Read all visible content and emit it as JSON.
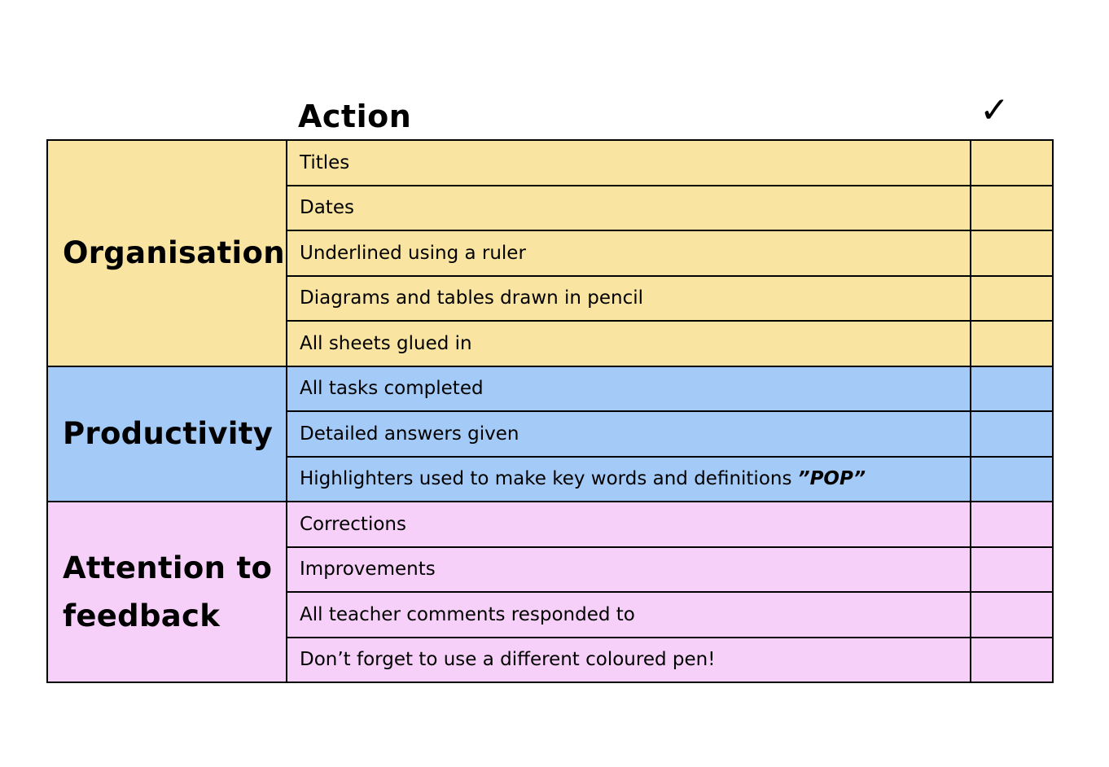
{
  "header": {
    "action_label": "Action",
    "check_symbol": "✓"
  },
  "colors": {
    "organisation": "#f9e4a1",
    "productivity": "#a4cbf8",
    "attention": "#f6d0f9"
  },
  "groups": [
    {
      "category": "Organisation",
      "color_key": "organisation",
      "items": [
        {
          "text": "Titles"
        },
        {
          "text": "Dates"
        },
        {
          "text": "Underlined using a ruler"
        },
        {
          "text": "Diagrams and tables drawn in pencil"
        },
        {
          "text": "All sheets glued in"
        }
      ]
    },
    {
      "category": "Productivity",
      "color_key": "productivity",
      "items": [
        {
          "text": "All tasks completed"
        },
        {
          "text": "Detailed answers given"
        },
        {
          "text": "Highlighters used to make key words and definitions ",
          "emphasis": "”POP”"
        }
      ]
    },
    {
      "category": "Attention to feedback",
      "color_key": "attention",
      "items": [
        {
          "text": "Corrections"
        },
        {
          "text": "Improvements"
        },
        {
          "text": "All teacher comments responded to"
        },
        {
          "text": "Don’t forget to use a different coloured pen!"
        }
      ]
    }
  ]
}
